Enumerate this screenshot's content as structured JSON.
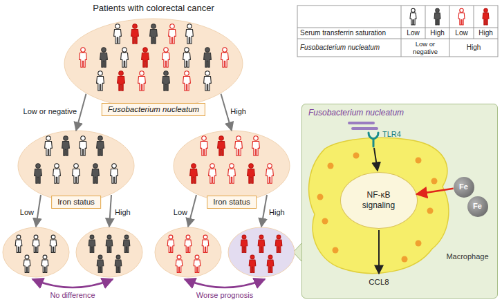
{
  "diagram": {
    "nodes": [
      {
        "text": [
          "Patients with colorectal cancer",
          "Fusobacterium nucleatum"
        ]
      },
      {
        "text": [
          "Iron status"
        ]
      },
      {
        "text": [
          "Iron status"
        ]
      },
      {
        "text": [
          "Fusobacterium nucleatum"
        ]
      },
      {
        "text": [
          "NF-κB signaling"
        ],
        "in": 3
      },
      {
        "text": [
          "Fe"
        ],
        "in": 3
      },
      {
        "text": [
          "Fe"
        ],
        "in": 3
      }
    ],
    "edges": [
      {
        "from": 0,
        "to": 1,
        "label": "Low or negative",
        "arrow": "to"
      },
      {
        "from": 0,
        "to": 2,
        "label": "High",
        "arrow": "to"
      },
      {
        "from": 5,
        "to": 4,
        "arrow": "to"
      }
    ],
    "labels": [
      "Serum transferrin saturation",
      "Fusobacterium nucleatum",
      "Low",
      "High",
      "Low",
      "High",
      "Low or negative",
      "High",
      "Low",
      "High",
      "Low",
      "High",
      "No difference",
      "Worse prognosis",
      "TLR4",
      "Macrophage",
      "CCL8"
    ]
  }
}
